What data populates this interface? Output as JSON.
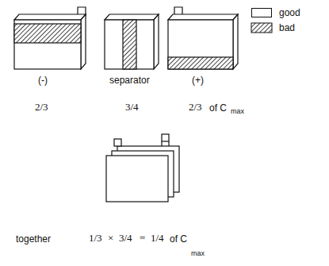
{
  "diagram": {
    "labels": [
      "(-)",
      "separator",
      "(+)",
      "2/3",
      "3/4",
      "2/3",
      "of C",
      "max",
      "together",
      "1/3",
      "×",
      "3/4",
      "=",
      "1/4",
      "of C",
      "max"
    ],
    "legend": [
      {
        "text": "good",
        "color": "#ffffff"
      },
      {
        "text": "bad"
      }
    ]
  }
}
